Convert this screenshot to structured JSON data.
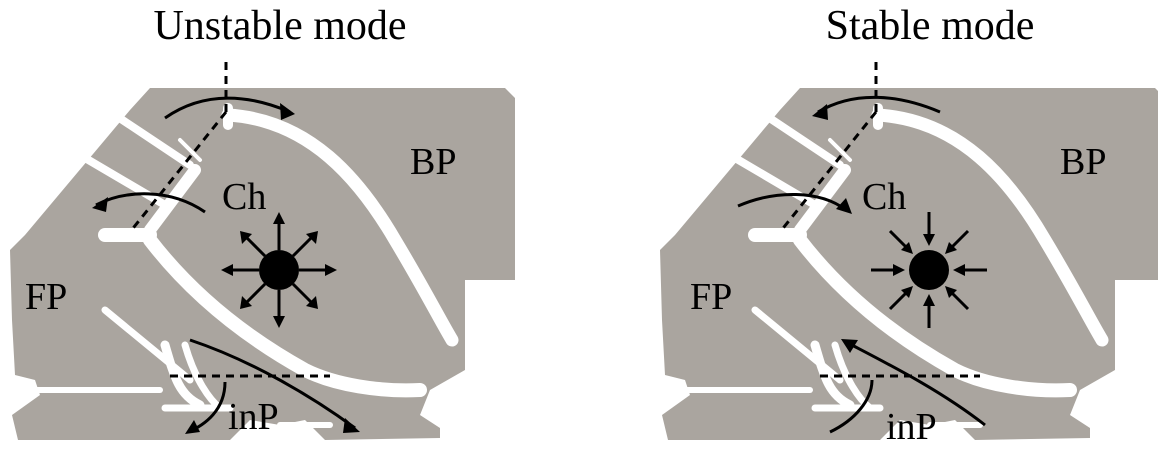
{
  "colors": {
    "body": "#aaa59f",
    "cavity": "#ffffff",
    "ink": "#000000"
  },
  "panels": [
    {
      "title": "Unstable mode",
      "labels": {
        "bp": "BP",
        "ch": "Ch",
        "fp": "FP",
        "inp": "inP"
      },
      "arrow_direction": "outward",
      "flow_direction": "clockwise"
    },
    {
      "title": "Stable mode",
      "labels": {
        "bp": "BP",
        "ch": "Ch",
        "fp": "FP",
        "inp": "inP"
      },
      "arrow_direction": "inward",
      "flow_direction": "counter-clockwise"
    }
  ]
}
